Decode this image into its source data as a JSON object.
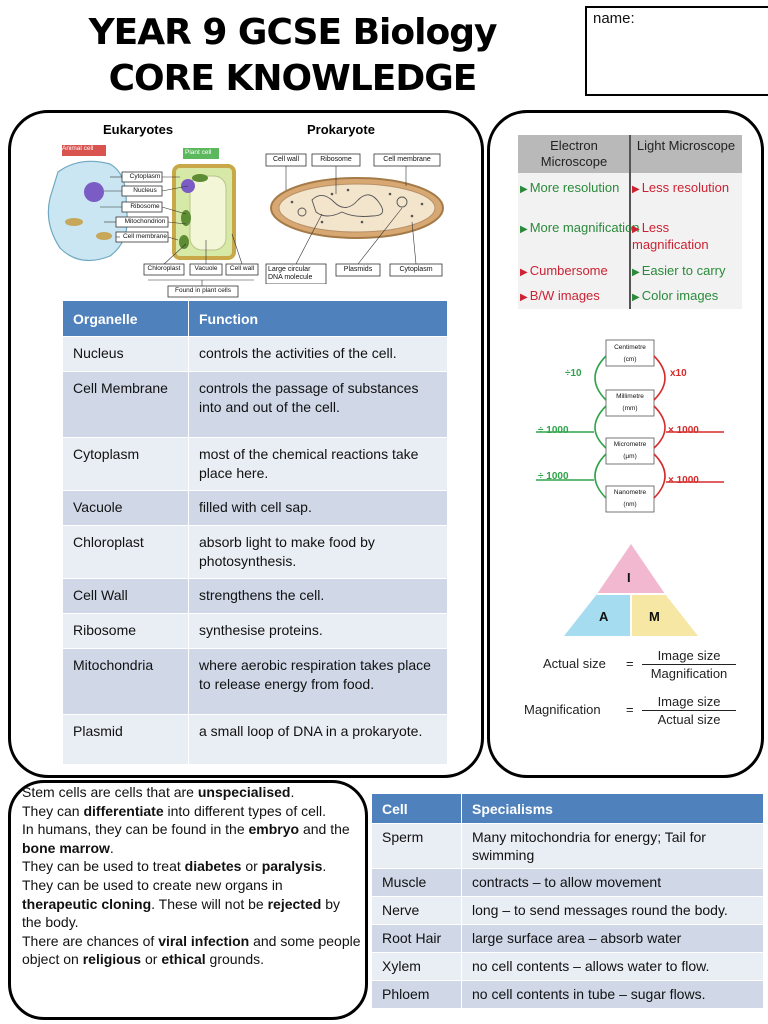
{
  "header": {
    "title_line1": "YEAR 9 GCSE Biology",
    "title_line2": "CORE KNOWLEDGE",
    "name_label": "name:"
  },
  "diagrams": {
    "eukaryotes_title": "Eukaryotes",
    "prokaryote_title": "Prokaryote",
    "animal_cell_label": "Animal cell",
    "plant_cell_label": "Plant cell",
    "eukaryote_labels": [
      "Cytoplasm",
      "Nucleus",
      "Ribosome",
      "Mitochondrion",
      "Cell membrane"
    ],
    "plant_only_labels": [
      "Chloroplast",
      "Vacuole",
      "Cell wall"
    ],
    "found_in_plant": "Found in plant cells",
    "prokaryote_top_labels": [
      "Cell wall",
      "Ribosome",
      "Cell membrane"
    ],
    "prokaryote_bottom_labels": [
      "Large circular DNA molecule",
      "Plasmids",
      "Cytoplasm"
    ]
  },
  "organelles": {
    "headers": [
      "Organelle",
      "Function"
    ],
    "rows": [
      {
        "name": "Nucleus",
        "function": "controls the activities of the cell."
      },
      {
        "name": "Cell Membrane",
        "function": "controls the passage of substances into and out of the cell."
      },
      {
        "name": "Cytoplasm",
        "function": "most of the chemical reactions take place here."
      },
      {
        "name": "Vacuole",
        "function": "filled with cell sap."
      },
      {
        "name": "Chloroplast",
        "function": "absorb light to make food by photosynthesis."
      },
      {
        "name": "Cell Wall",
        "function": "strengthens the cell."
      },
      {
        "name": "Ribosome",
        "function": "synthesise proteins."
      },
      {
        "name": "Mitochondria",
        "function": "where aerobic respiration takes place to release energy from food."
      },
      {
        "name": "Plasmid",
        "function": "a small loop of DNA in a prokaryote."
      }
    ]
  },
  "microscopes": {
    "left_header": "Electron Microscope",
    "right_header": "Light Microscope",
    "left_items": [
      "More resolution",
      "More magnification",
      "Cumbersome",
      "B/W images"
    ],
    "right_items": [
      "Less resolution",
      "Less magnification",
      "Easier to carry",
      "Color images"
    ]
  },
  "units": {
    "names": [
      "Centimetre",
      "Millimetre",
      "Micrometre",
      "Nanometre"
    ],
    "symbols": [
      "(cm)",
      "(mm)",
      "(µm)",
      "(nm)"
    ],
    "left_ops": [
      "÷10",
      "÷ 1000",
      "÷ 1000"
    ],
    "right_ops": [
      "x10",
      "× 1000",
      "× 1000"
    ]
  },
  "magnification": {
    "triangle": [
      "I",
      "A",
      "M"
    ],
    "actual_size_label": "Actual size",
    "magnification_label": "Magnification",
    "f1_num": "Image size",
    "f1_den": "Magnification",
    "f2_num": "Image size",
    "f2_den": "Actual size"
  },
  "stem_cells": {
    "l1a": "Stem cells are cells that are ",
    "l1b": "unspecialised",
    "l1c": ".",
    "l2a": "They can ",
    "l2b": "differentiate",
    "l2c": " into different types of cell.",
    "l3a": "In humans, they can be found in the ",
    "l3b": "embryo",
    "l3c": " and the ",
    "l3d": "bone marrow",
    "l3e": ".",
    "l4a": "They can be used to treat ",
    "l4b": "diabetes",
    "l4c": " or ",
    "l4d": "paralysis",
    "l4e": ".",
    "l5a": "They can be used to create new organs in ",
    "l5b": "therapeutic cloning",
    "l5c": ". These will not be ",
    "l5d": "rejected",
    "l5e": " by the body.",
    "l6a": "There are chances of ",
    "l6b": "viral infection",
    "l6c": " and some people object on ",
    "l6d": "religious",
    "l6e": " or ",
    "l6f": "ethical",
    "l6g": " grounds."
  },
  "specialisms": {
    "headers": [
      "Cell",
      "Specialisms"
    ],
    "rows": [
      {
        "cell": "Sperm",
        "spec": "Many mitochondria  for energy; Tail for swimming"
      },
      {
        "cell": "Muscle",
        "spec": "contracts – to allow movement"
      },
      {
        "cell": "Nerve",
        "spec": "long – to send messages round the body."
      },
      {
        "cell": "Root Hair",
        "spec": "large surface area – absorb water"
      },
      {
        "cell": "Xylem",
        "spec": "no cell contents – allows water to flow."
      },
      {
        "cell": "Phloem",
        "spec": "no cell contents in tube –  sugar flows."
      }
    ]
  }
}
